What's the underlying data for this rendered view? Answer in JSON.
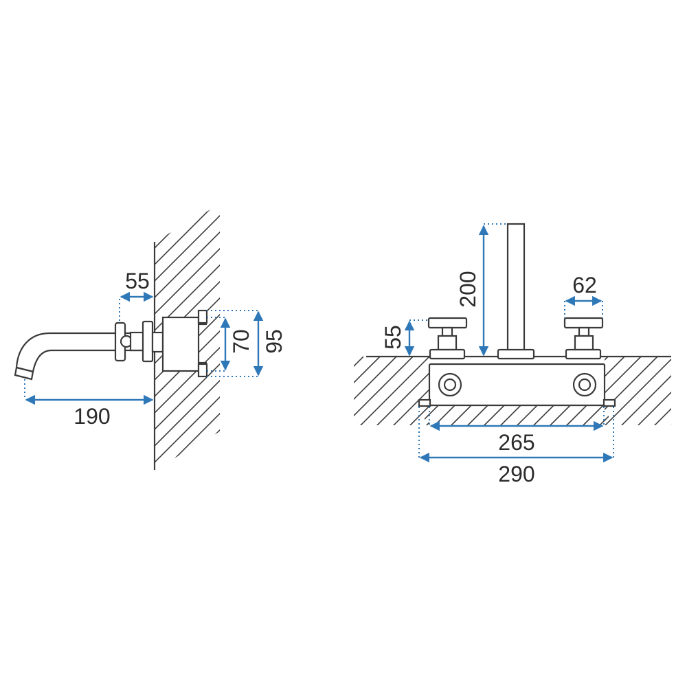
{
  "colors": {
    "dimension": "#2f78b8",
    "outline": "#3a3a3a",
    "text": "#2b2b2b",
    "background": "#ffffff"
  },
  "side_view": {
    "dims": {
      "spout_projection": "190",
      "rosette_depth": "55",
      "body_inner_height": "70",
      "body_outer_height": "95"
    }
  },
  "front_view": {
    "dims": {
      "spout_height": "200",
      "handle_height": "55",
      "handle_width": "62",
      "inner_width": "265",
      "outer_width": "290"
    }
  }
}
